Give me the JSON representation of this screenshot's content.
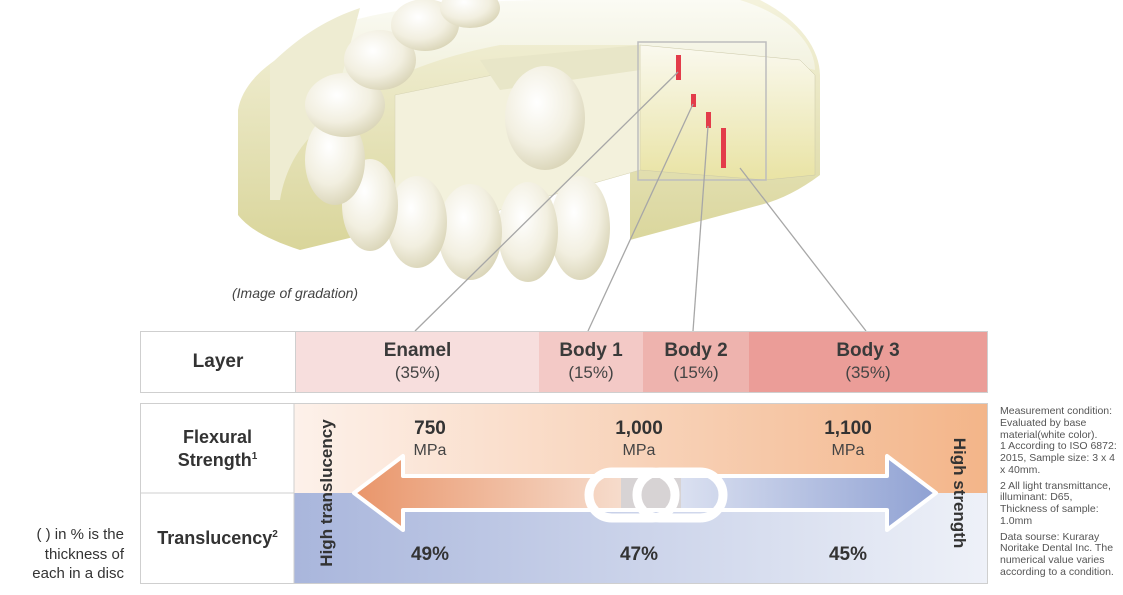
{
  "caption": "(Image of gradation)",
  "layer_table": {
    "header": "Layer",
    "layers": [
      {
        "name": "Enamel",
        "percent": "(35%)",
        "color": "#f7dedd"
      },
      {
        "name": "Body 1",
        "percent": "(15%)",
        "color": "#f3c9c6"
      },
      {
        "name": "Body 2",
        "percent": "(15%)",
        "color": "#eeb3ae"
      },
      {
        "name": "Body 3",
        "percent": "(35%)",
        "color": "#eb9d98"
      }
    ]
  },
  "properties": {
    "flexural": {
      "label_line1": "Flexural",
      "label_line2": "Strength",
      "sup": "1",
      "values": [
        {
          "num": "750",
          "unit": "MPa"
        },
        {
          "num": "1,000",
          "unit": "MPa"
        },
        {
          "num": "1,100",
          "unit": "MPa"
        }
      ]
    },
    "translucency": {
      "label": "Translucency",
      "sup": "2",
      "values": [
        "49%",
        "47%",
        "45%"
      ]
    },
    "left_axis": "High translucency",
    "right_axis": "High strength"
  },
  "side_note": "( ) in % is the thickness of each in a disc",
  "notes": [
    "Measurement condition: Evaluated by base material(white color).",
    "1 According to ISO 6872: 2015, Sample size: 3 x 4 x 40mm.",
    "2 All light transmittance, illuminant: D65, Thickness of sample: 1.0mm",
    "Data sourse: Kuraray Noritake Dental Inc. The numerical value varies according to a condition."
  ],
  "colors": {
    "strength_orange": "#f0a77e",
    "translucency_blue": "#aab8dc",
    "marker_red": "#e33c4a"
  }
}
